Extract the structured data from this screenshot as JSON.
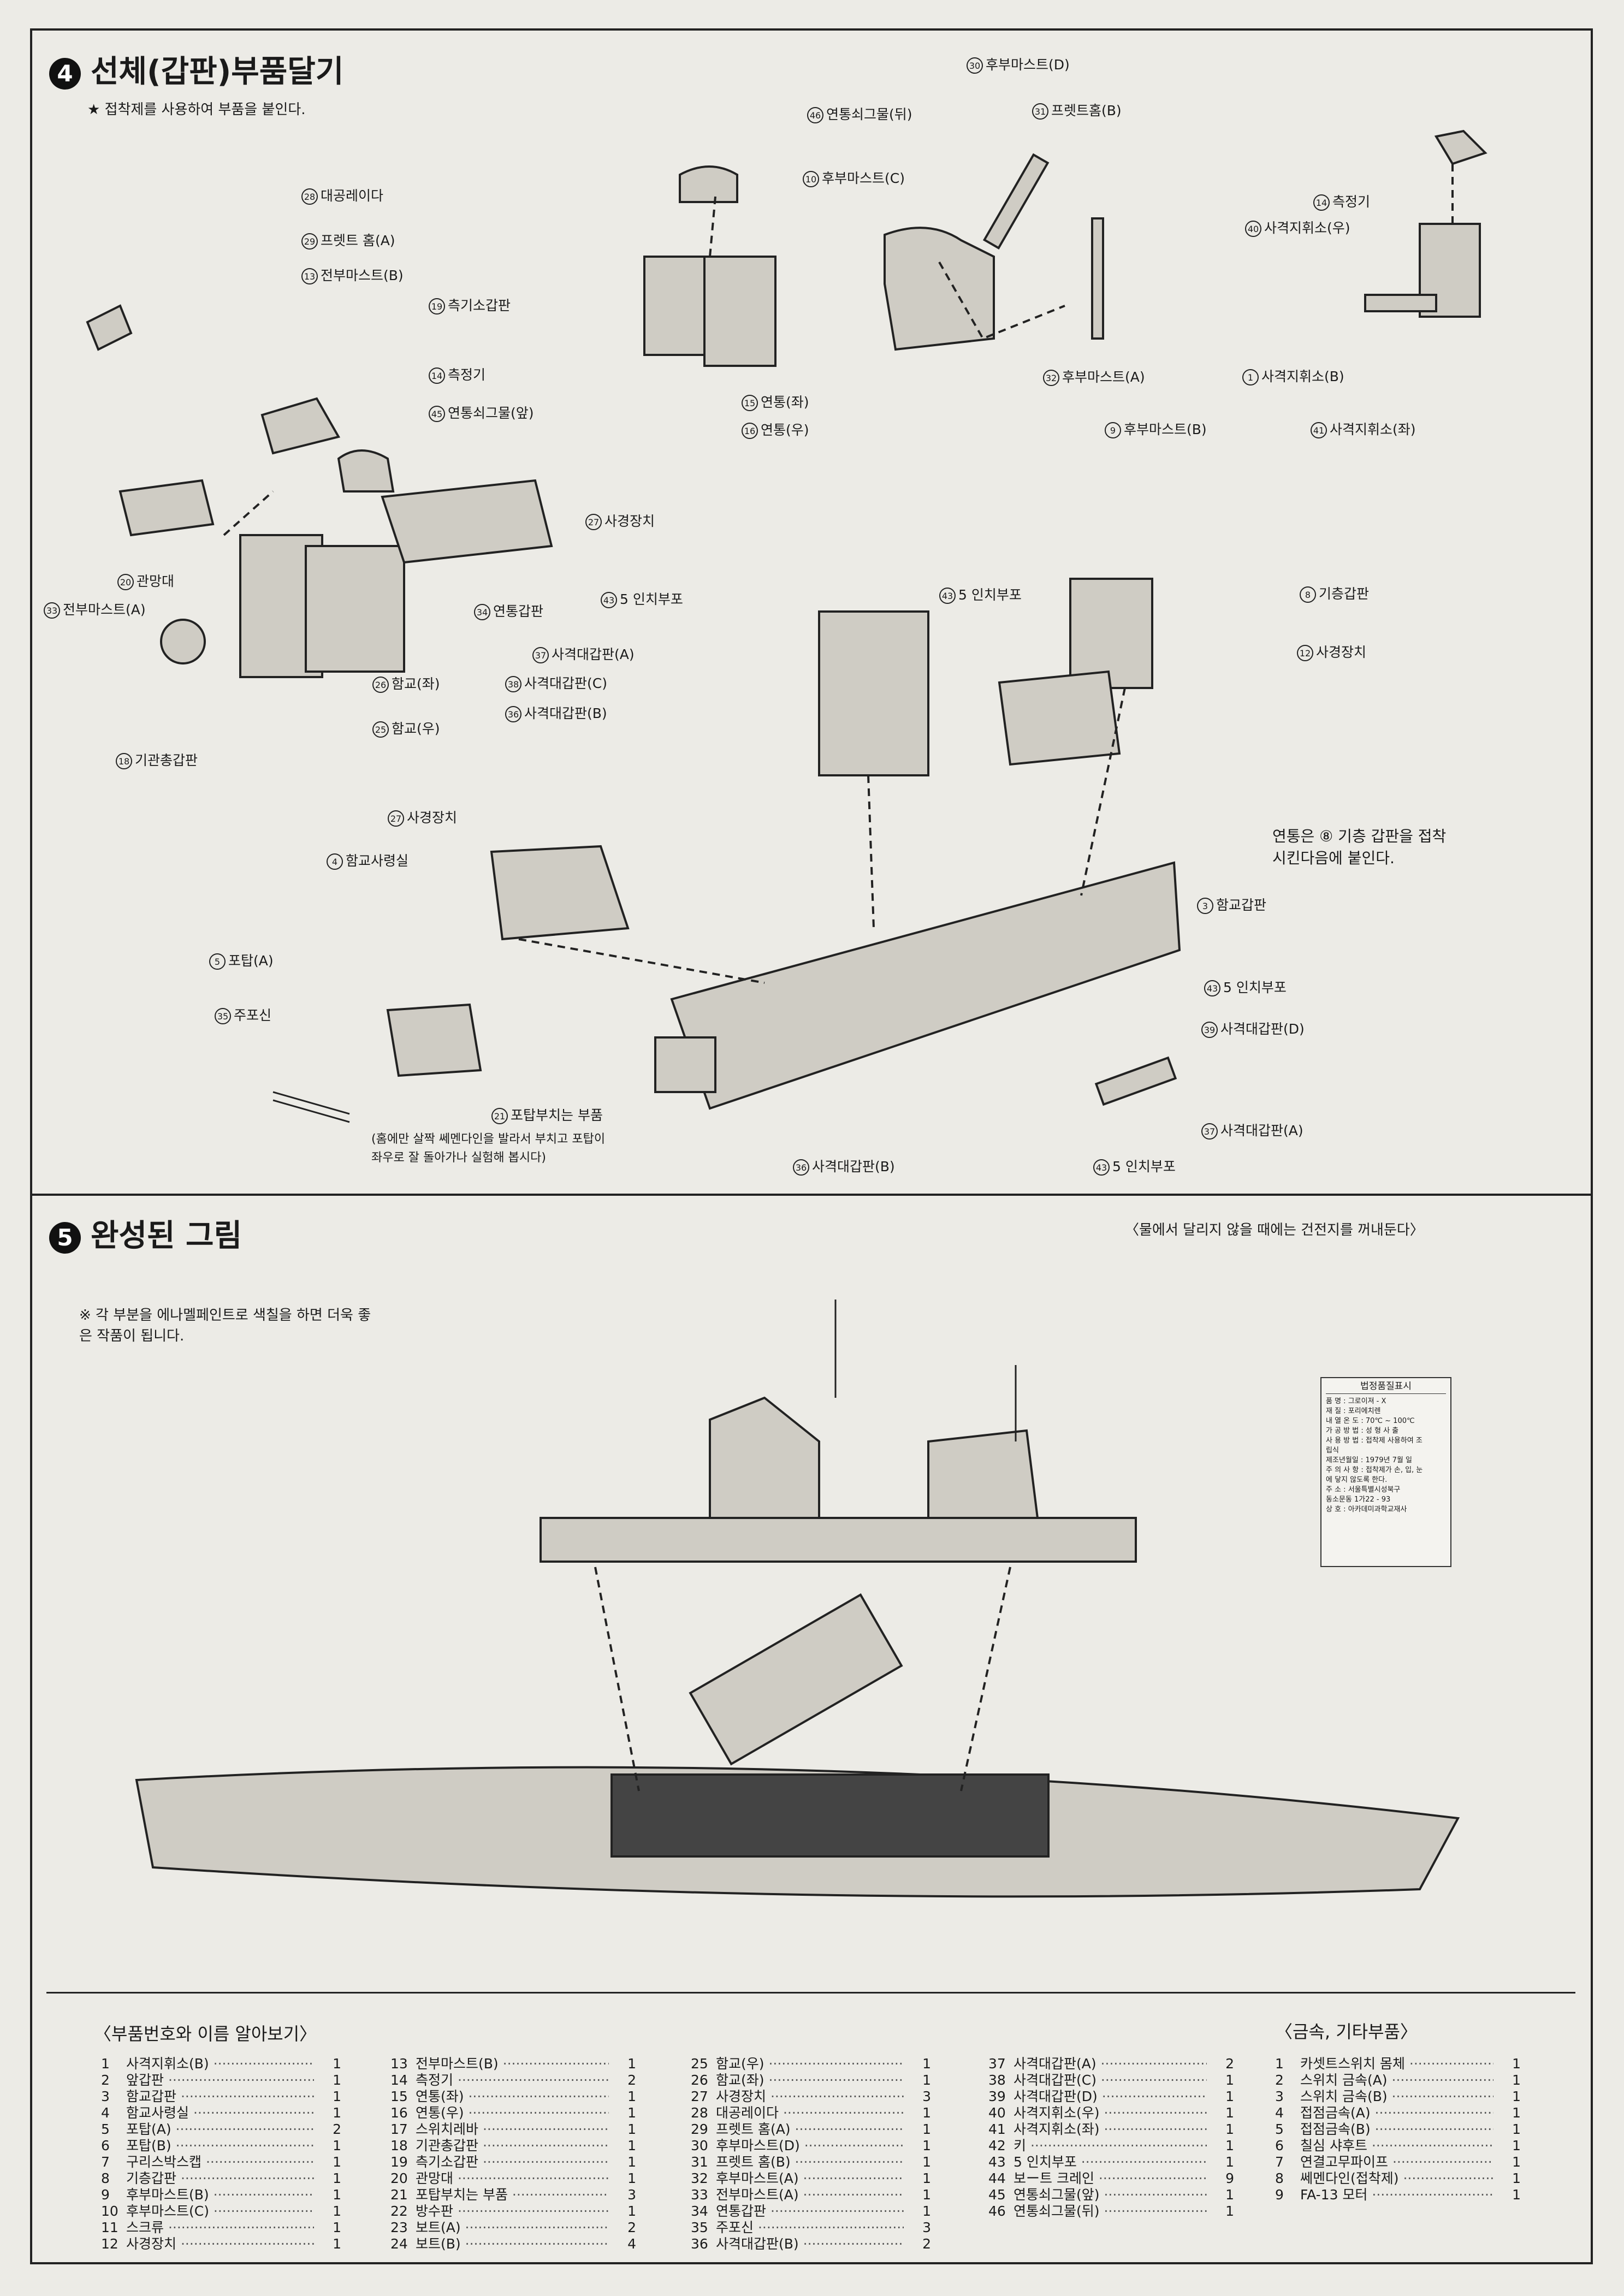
{
  "section4": {
    "number": "4",
    "title": "선체(갑판)부품달기",
    "note": "★ 접착제를 사용하여 부품을 붙인다.",
    "turret_note_1": "(홈에만 살짝 쎄멘다인을 발라서 부치고 포탑이",
    "turret_note_2": "좌우로 잘 돌아가나 실험해 봅시다)",
    "funnel_note_1": "연통은 ⑧ 기층 갑판을 접착",
    "funnel_note_2": "시킨다음에 붙인다."
  },
  "callouts": [
    {
      "id": "c30",
      "num": "30",
      "text": "후부마스트(D)"
    },
    {
      "id": "c46",
      "num": "46",
      "text": "연통쇠그물(뒤)"
    },
    {
      "id": "c31",
      "num": "31",
      "text": "프렛트홈(B)"
    },
    {
      "id": "c10",
      "num": "10",
      "text": "후부마스트(C)"
    },
    {
      "id": "c14a",
      "num": "14",
      "text": "측정기"
    },
    {
      "id": "c40",
      "num": "40",
      "text": "사격지휘소(우)"
    },
    {
      "id": "c28",
      "num": "28",
      "text": "대공레이다"
    },
    {
      "id": "c29",
      "num": "29",
      "text": "프렛트 홈(A)"
    },
    {
      "id": "c13",
      "num": "13",
      "text": "전부마스트(B)"
    },
    {
      "id": "c19",
      "num": "19",
      "text": "측기소갑판"
    },
    {
      "id": "c14b",
      "num": "14",
      "text": "측정기"
    },
    {
      "id": "c45",
      "num": "45",
      "text": "연통쇠그물(앞)"
    },
    {
      "id": "c15",
      "num": "15",
      "text": "연통(좌)"
    },
    {
      "id": "c16",
      "num": "16",
      "text": "연통(우)"
    },
    {
      "id": "c32",
      "num": "32",
      "text": "후부마스트(A)"
    },
    {
      "id": "c9",
      "num": "9",
      "text": "후부마스트(B)"
    },
    {
      "id": "c1",
      "num": "1",
      "text": "사격지휘소(B)"
    },
    {
      "id": "c41",
      "num": "41",
      "text": "사격지휘소(좌)"
    },
    {
      "id": "c27a",
      "num": "27",
      "text": "사경장치"
    },
    {
      "id": "c20",
      "num": "20",
      "text": "관망대"
    },
    {
      "id": "c33",
      "num": "33",
      "text": "전부마스트(A)"
    },
    {
      "id": "c34",
      "num": "34",
      "text": "연통갑판"
    },
    {
      "id": "c43a",
      "num": "43",
      "text": "5 인치부포"
    },
    {
      "id": "c43b",
      "num": "43",
      "text": "5 인치부포"
    },
    {
      "id": "c8",
      "num": "8",
      "text": "기층갑판"
    },
    {
      "id": "c37a",
      "num": "37",
      "text": "사격대갑판(A)"
    },
    {
      "id": "c12",
      "num": "12",
      "text": "사경장치"
    },
    {
      "id": "c38",
      "num": "38",
      "text": "사격대갑판(C)"
    },
    {
      "id": "c36a",
      "num": "36",
      "text": "사격대갑판(B)"
    },
    {
      "id": "c26",
      "num": "26",
      "text": "함교(좌)"
    },
    {
      "id": "c25",
      "num": "25",
      "text": "함교(우)"
    },
    {
      "id": "c18",
      "num": "18",
      "text": "기관총갑판"
    },
    {
      "id": "c27b",
      "num": "27",
      "text": "사경장치"
    },
    {
      "id": "c4",
      "num": "4",
      "text": "함교사령실"
    },
    {
      "id": "c3",
      "num": "3",
      "text": "함교갑판"
    },
    {
      "id": "c5",
      "num": "5",
      "text": "포탑(A)"
    },
    {
      "id": "c43c",
      "num": "43",
      "text": "5 인치부포"
    },
    {
      "id": "c35",
      "num": "35",
      "text": "주포신"
    },
    {
      "id": "c39",
      "num": "39",
      "text": "사격대갑판(D)"
    },
    {
      "id": "c21",
      "num": "21",
      "text": "포탑부치는 부품"
    },
    {
      "id": "c37b",
      "num": "37",
      "text": "사격대갑판(A)"
    },
    {
      "id": "c36b",
      "num": "36",
      "text": "사격대갑판(B)"
    },
    {
      "id": "c43d",
      "num": "43",
      "text": "5 인치부포"
    }
  ],
  "section5": {
    "number": "5",
    "title": "완성된 그림",
    "water_note": "〈물에서 달리지 않을 때에는 건전지를 꺼내둔다〉",
    "paint_note": "※ 각 부분을 에나멜페인트로 색칠을 하면 더욱 좋은 작품이 됩니다."
  },
  "quality_plate": {
    "title": "법정품질표시",
    "rows": [
      "품  명 : 그로이져 - X",
      "재  질 : 포리에치렌",
      "내 열 온 도 : 70℃ ~ 100℃",
      "가 공 방 법 : 성 형 사 출",
      "사 용 방 법 : 접착제 사용하여 조",
      "             립식",
      "제조년월일 : 1979년 7월  일",
      "주 의 사 항 : 접착제가 손, 입, 눈",
      "             에 닿지 않도록 한다.",
      "주      소 : 서울특별시성북구",
      "             동소문동 1가22 - 93",
      "상      호 : 아카데미과학교재사"
    ]
  },
  "legend": {
    "title": "〈부품번호와 이름 알아보기〉",
    "columns": [
      [
        {
          "n": "1",
          "name": "사격지휘소(B)",
          "q": "1"
        },
        {
          "n": "2",
          "name": "앞갑판",
          "q": "1"
        },
        {
          "n": "3",
          "name": "함교갑판",
          "q": "1"
        },
        {
          "n": "4",
          "name": "함교사령실",
          "q": "1"
        },
        {
          "n": "5",
          "name": "포탑(A)",
          "q": "2"
        },
        {
          "n": "6",
          "name": "포탑(B)",
          "q": "1"
        },
        {
          "n": "7",
          "name": "구리스박스캡",
          "q": "1"
        },
        {
          "n": "8",
          "name": "기층갑판",
          "q": "1"
        },
        {
          "n": "9",
          "name": "후부마스트(B)",
          "q": "1"
        },
        {
          "n": "10",
          "name": "후부마스트(C)",
          "q": "1"
        },
        {
          "n": "11",
          "name": "스크류",
          "q": "1"
        },
        {
          "n": "12",
          "name": "사경장치",
          "q": "1"
        }
      ],
      [
        {
          "n": "13",
          "name": "전부마스트(B)",
          "q": "1"
        },
        {
          "n": "14",
          "name": "측정기",
          "q": "2"
        },
        {
          "n": "15",
          "name": "연통(좌)",
          "q": "1"
        },
        {
          "n": "16",
          "name": "연통(우)",
          "q": "1"
        },
        {
          "n": "17",
          "name": "스위치레바",
          "q": "1"
        },
        {
          "n": "18",
          "name": "기관총갑판",
          "q": "1"
        },
        {
          "n": "19",
          "name": "측기소갑판",
          "q": "1"
        },
        {
          "n": "20",
          "name": "관망대",
          "q": "1"
        },
        {
          "n": "21",
          "name": "포탑부치는 부품",
          "q": "3"
        },
        {
          "n": "22",
          "name": "방수판",
          "q": "1"
        },
        {
          "n": "23",
          "name": "보트(A)",
          "q": "2"
        },
        {
          "n": "24",
          "name": "보트(B)",
          "q": "4"
        }
      ],
      [
        {
          "n": "25",
          "name": "함교(우)",
          "q": "1"
        },
        {
          "n": "26",
          "name": "함교(좌)",
          "q": "1"
        },
        {
          "n": "27",
          "name": "사경장치",
          "q": "3"
        },
        {
          "n": "28",
          "name": "대공레이다",
          "q": "1"
        },
        {
          "n": "29",
          "name": "프렛트 홈(A)",
          "q": "1"
        },
        {
          "n": "30",
          "name": "후부마스트(D)",
          "q": "1"
        },
        {
          "n": "31",
          "name": "프렛트 홈(B)",
          "q": "1"
        },
        {
          "n": "32",
          "name": "후부마스트(A)",
          "q": "1"
        },
        {
          "n": "33",
          "name": "전부마스트(A)",
          "q": "1"
        },
        {
          "n": "34",
          "name": "연통갑판",
          "q": "1"
        },
        {
          "n": "35",
          "name": "주포신",
          "q": "3"
        },
        {
          "n": "36",
          "name": "사격대갑판(B)",
          "q": "2"
        }
      ],
      [
        {
          "n": "37",
          "name": "사격대갑판(A)",
          "q": "2"
        },
        {
          "n": "38",
          "name": "사격대갑판(C)",
          "q": "1"
        },
        {
          "n": "39",
          "name": "사격대갑판(D)",
          "q": "1"
        },
        {
          "n": "40",
          "name": "사격지휘소(우)",
          "q": "1"
        },
        {
          "n": "41",
          "name": "사격지휘소(좌)",
          "q": "1"
        },
        {
          "n": "42",
          "name": "키",
          "q": "1"
        },
        {
          "n": "43",
          "name": "5 인치부포",
          "q": "1"
        },
        {
          "n": "44",
          "name": "보ー트 크레인",
          "q": "9"
        },
        {
          "n": "45",
          "name": "연통쇠그물(앞)",
          "q": "1"
        },
        {
          "n": "46",
          "name": "연통쇠그물(뒤)",
          "q": "1"
        }
      ]
    ]
  },
  "metal_parts": {
    "title": "〈금속, 기타부품〉",
    "items": [
      {
        "n": "1",
        "name": "카셋트스위치 몸체",
        "q": "1"
      },
      {
        "n": "2",
        "name": "스위치 금속(A)",
        "q": "1"
      },
      {
        "n": "3",
        "name": "스위치 금속(B)",
        "q": "1"
      },
      {
        "n": "4",
        "name": "접점금속(A)",
        "q": "1"
      },
      {
        "n": "5",
        "name": "접점금속(B)",
        "q": "1"
      },
      {
        "n": "6",
        "name": "칠심 샤후트",
        "q": "1"
      },
      {
        "n": "7",
        "name": "연결고무파이프",
        "q": "1"
      },
      {
        "n": "8",
        "name": "쎄멘다인(접착제)",
        "q": "1"
      },
      {
        "n": "9",
        "name": "FA-13 모터",
        "q": "1"
      }
    ]
  }
}
